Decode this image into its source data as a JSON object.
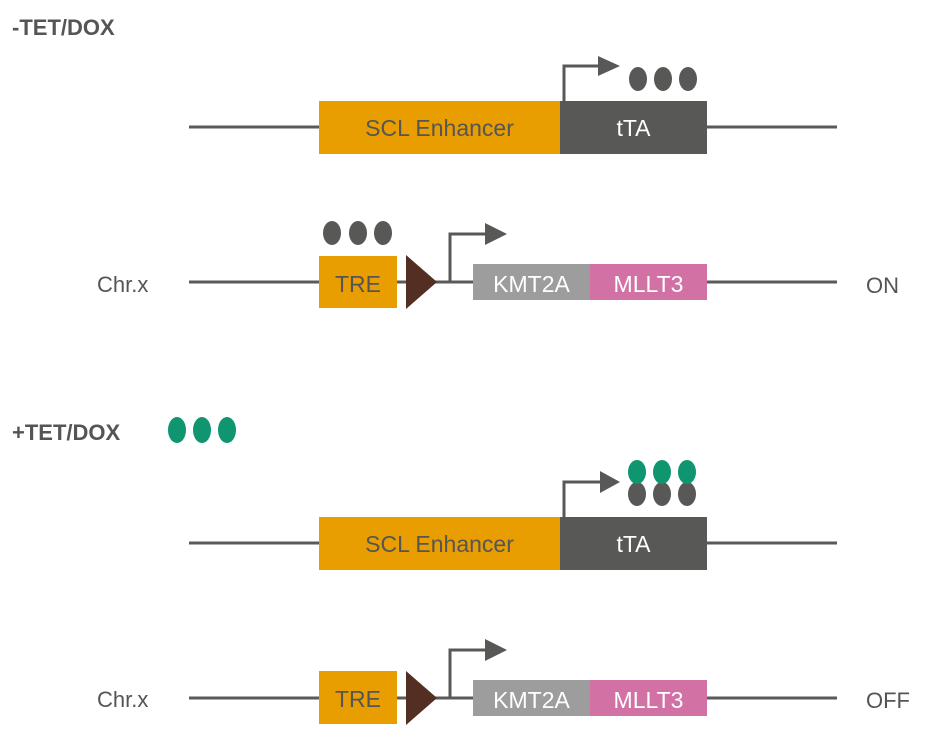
{
  "colors": {
    "backbone": "#5a5a5a",
    "enhancer": "#e89e00",
    "tta": "#585856",
    "tre": "#e89e00",
    "kmt2a": "#9d9d9d",
    "mllt3": "#d271a3",
    "triangle": "#532f23",
    "arrow": "#585856",
    "tta_protein": "#585856",
    "tet_dox": "#0f9570",
    "text_dark": "#555555",
    "text_light": "#ffffff"
  },
  "panels": [
    {
      "id": "minus",
      "header": "-TET/DOX",
      "show_drug_legend": false,
      "driver_construct": {
        "enhancer_label": "SCL Enhancer",
        "gene_label": "tTA",
        "proteins_bound_drug": false
      },
      "reporter_construct": {
        "chromosome_label": "Chr.x",
        "tre_label": "TRE",
        "tta_bound_to_tre": true,
        "fusion_left_label": "KMT2A",
        "fusion_right_label": "MLLT3",
        "status": "ON"
      }
    },
    {
      "id": "plus",
      "header": "+TET/DOX",
      "show_drug_legend": true,
      "driver_construct": {
        "enhancer_label": "SCL Enhancer",
        "gene_label": "tTA",
        "proteins_bound_drug": true
      },
      "reporter_construct": {
        "chromosome_label": "Chr.x",
        "tre_label": "TRE",
        "tta_bound_to_tre": false,
        "fusion_left_label": "KMT2A",
        "fusion_right_label": "MLLT3",
        "status": "OFF"
      }
    }
  ]
}
